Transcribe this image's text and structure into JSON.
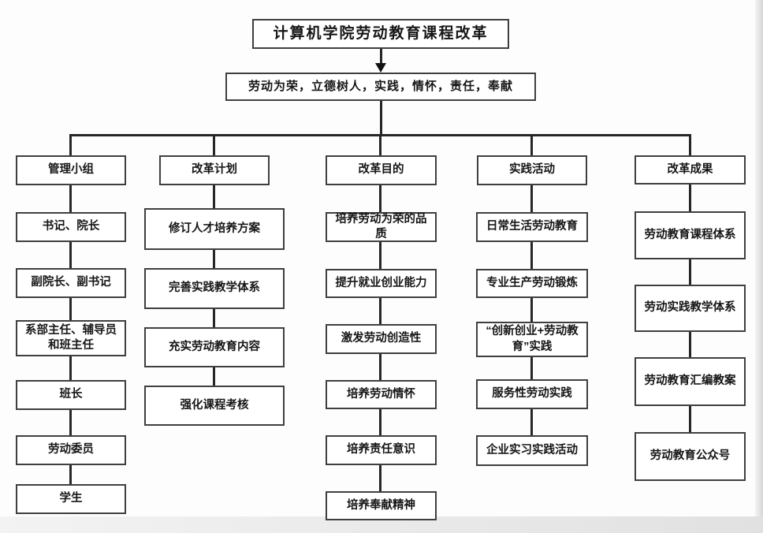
{
  "diagram": {
    "title": "计算机学院劳动教育课程改革",
    "banner": "劳动为荣，立德树人，实践，情怀，责任，奉献",
    "columns": [
      {
        "header": "管理小组",
        "items": [
          "书记、院长",
          "副院长、副书记",
          "系部主任、辅导员和班主任",
          "班长",
          "劳动委员",
          "学生"
        ]
      },
      {
        "header": "改革计划",
        "items": [
          "修订人才培养方案",
          "完善实践教学体系",
          "充实劳动教育内容",
          "强化课程考核"
        ]
      },
      {
        "header": "改革目的",
        "items": [
          "培养劳动为荣的品质",
          "提升就业创业能力",
          "激发劳动创造性",
          "培养劳动情怀",
          "培养责任意识",
          "培养奉献精神"
        ]
      },
      {
        "header": "实践活动",
        "items": [
          "日常生活劳动教育",
          "专业生产劳动锻炼",
          "“创新创业+劳动教育”实践",
          "服务性劳动实践",
          "企业实习实践活动"
        ]
      },
      {
        "header": "改革成果",
        "items": [
          "劳动教育课程体系",
          "劳动实践教学体系",
          "劳动教育汇编教案",
          "劳动教育公众号"
        ]
      }
    ],
    "colors": {
      "box_border": "#3f3f3f",
      "connector_line": "#262626",
      "text": "#161616",
      "background": "#fdfdfd",
      "edge_shadow": "#d7d7d7"
    }
  }
}
